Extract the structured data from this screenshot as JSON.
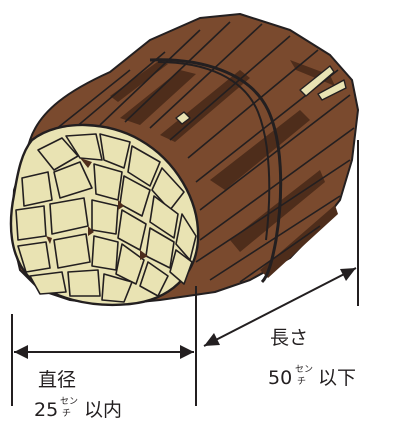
{
  "diameter": {
    "title": "直径",
    "value": "25",
    "unit_top": "セン",
    "unit_bottom": "チ",
    "suffix": "以内"
  },
  "length": {
    "title": "長さ",
    "value": "50",
    "unit_top": "セン",
    "unit_bottom": "チ",
    "suffix": "以下"
  },
  "colors": {
    "bark": "#7a4a2e",
    "bark_dark": "#4e2d1b",
    "wood_end": "#e9e3b3",
    "outline": "#231f20",
    "line": "#231f20"
  }
}
